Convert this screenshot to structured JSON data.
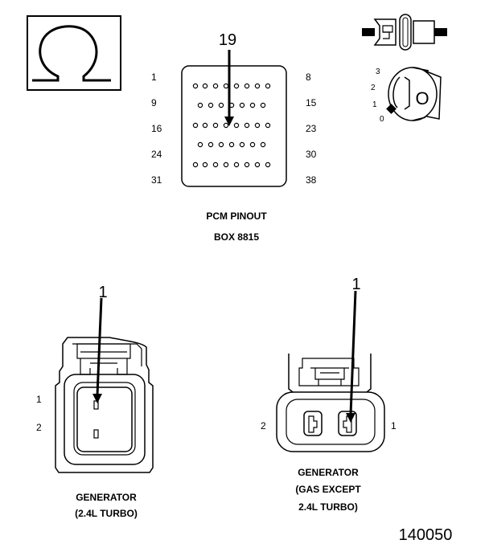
{
  "pcm": {
    "callout": "19",
    "row_labels_left": [
      "1",
      "9",
      "16",
      "24",
      "31"
    ],
    "row_labels_right": [
      "8",
      "15",
      "23",
      "30",
      "38"
    ],
    "title_line1": "PCM PINOUT",
    "title_line2": "BOX 8815"
  },
  "key_switch": {
    "positions": [
      "3",
      "2",
      "1",
      "0"
    ],
    "letter": "O"
  },
  "gen_turbo": {
    "callout": "1",
    "pin_label_1": "1",
    "pin_label_2": "2",
    "title_line1": "GENERATOR",
    "title_line2": "(2.4L TURBO)"
  },
  "gen_gas": {
    "callout": "1",
    "pin_label_left": "2",
    "pin_label_right": "1",
    "title_line1": "GENERATOR",
    "title_line2": "(GAS EXCEPT",
    "title_line3": "2.4L TURBO)"
  },
  "figure_number": "140050"
}
